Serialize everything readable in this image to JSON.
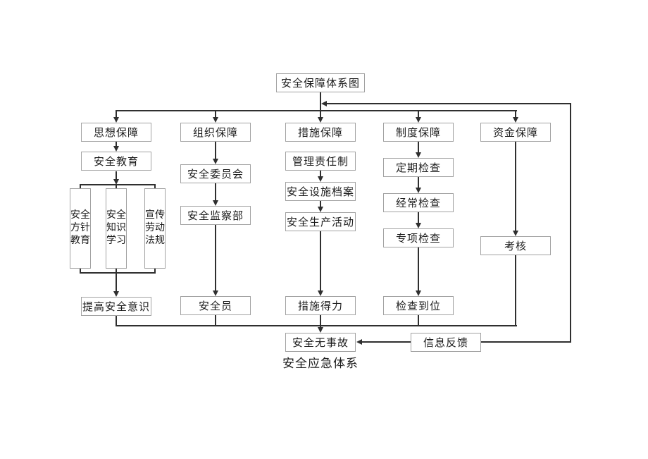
{
  "diagram": {
    "title": "安全保障体系图",
    "caption": "安全应急体系",
    "outcome": "安全无事故",
    "feedback": "信息反馈",
    "columns": [
      {
        "header": "思想保障",
        "nodes": [
          "安全教育"
        ],
        "branches": [
          "安全方针教育",
          "安全知识学习",
          "宣传劳动法规"
        ],
        "result": "提高安全意识"
      },
      {
        "header": "组织保障",
        "nodes": [
          "安全委员会",
          "安全监察部"
        ],
        "result": "安全员"
      },
      {
        "header": "措施保障",
        "nodes": [
          "管理责任制",
          "安全设施档案",
          "安全生产活动"
        ],
        "result": "措施得力"
      },
      {
        "header": "制度保障",
        "nodes": [
          "定期检查",
          "经常检查",
          "专项检查"
        ],
        "result": "检查到位"
      },
      {
        "header": "资金保障",
        "nodes": [],
        "result": "考核"
      }
    ],
    "colors": {
      "line": "#2f2f2f",
      "box_border": "#a2a2a2",
      "text": "#1c1c1c",
      "background": "#ffffff"
    }
  }
}
